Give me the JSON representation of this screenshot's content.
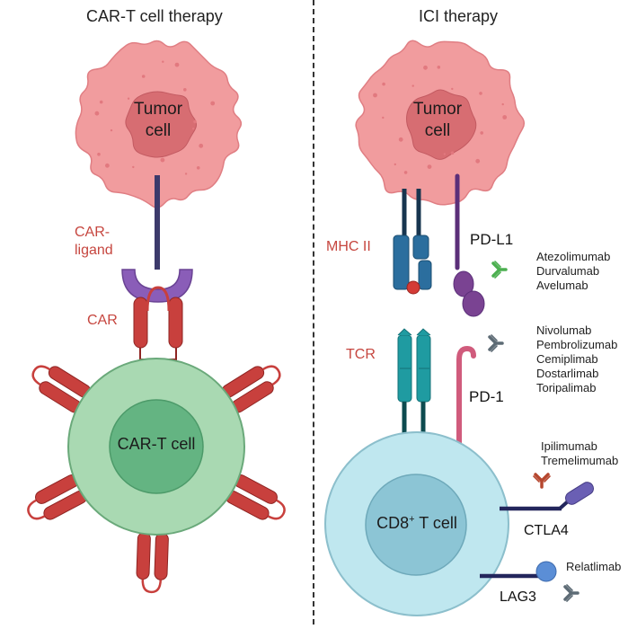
{
  "panels": {
    "left_title": "CAR-T cell therapy",
    "right_title": "ICI therapy"
  },
  "left": {
    "tumor_label": "Tumor\ncell",
    "car_ligand_label": "CAR-\nligand",
    "car_label": "CAR",
    "cart_cell_label": "CAR-T cell"
  },
  "right": {
    "tumor_label": "Tumor\ncell",
    "mhc_label": "MHC II",
    "pdl1_label": "PD-L1",
    "pdl1_drugs": [
      "Atezolimumab",
      "Durvalumab",
      "Avelumab"
    ],
    "tcr_label": "TCR",
    "pd1_label": "PD-1",
    "pd1_drugs": [
      "Nivolumab",
      "Pembrolizumab",
      "Cemiplimab",
      "Dostarlimab",
      "Toripalimab"
    ],
    "cd8_label_main": "CD8",
    "cd8_label_sup": "+",
    "cd8_label_tail": " T cell",
    "ctla4_label": "CTLA4",
    "ctla4_drugs": [
      "Ipilimumab",
      "Tremelimumab"
    ],
    "lag3_label": "LAG3",
    "lag3_drugs": [
      "Relatlimab"
    ]
  },
  "colors": {
    "tumor_fill": "#f19c9e",
    "tumor_nucleus": "#d76d72",
    "cart_outer": "#a9d9b2",
    "cart_inner": "#64b482",
    "car_receptor": "#c8403d",
    "ligand_purple": "#8a5db8",
    "mhc_blue": "#2b6e9e",
    "tcr_teal": "#1f9ba1",
    "pd1_pink": "#d05b7c",
    "tcell_outer": "#bfe7ef",
    "tcell_inner": "#8cc5d5",
    "antibody_green": "#4caf50",
    "antibody_slate": "#5d6b75",
    "antibody_rust": "#b5462e"
  }
}
